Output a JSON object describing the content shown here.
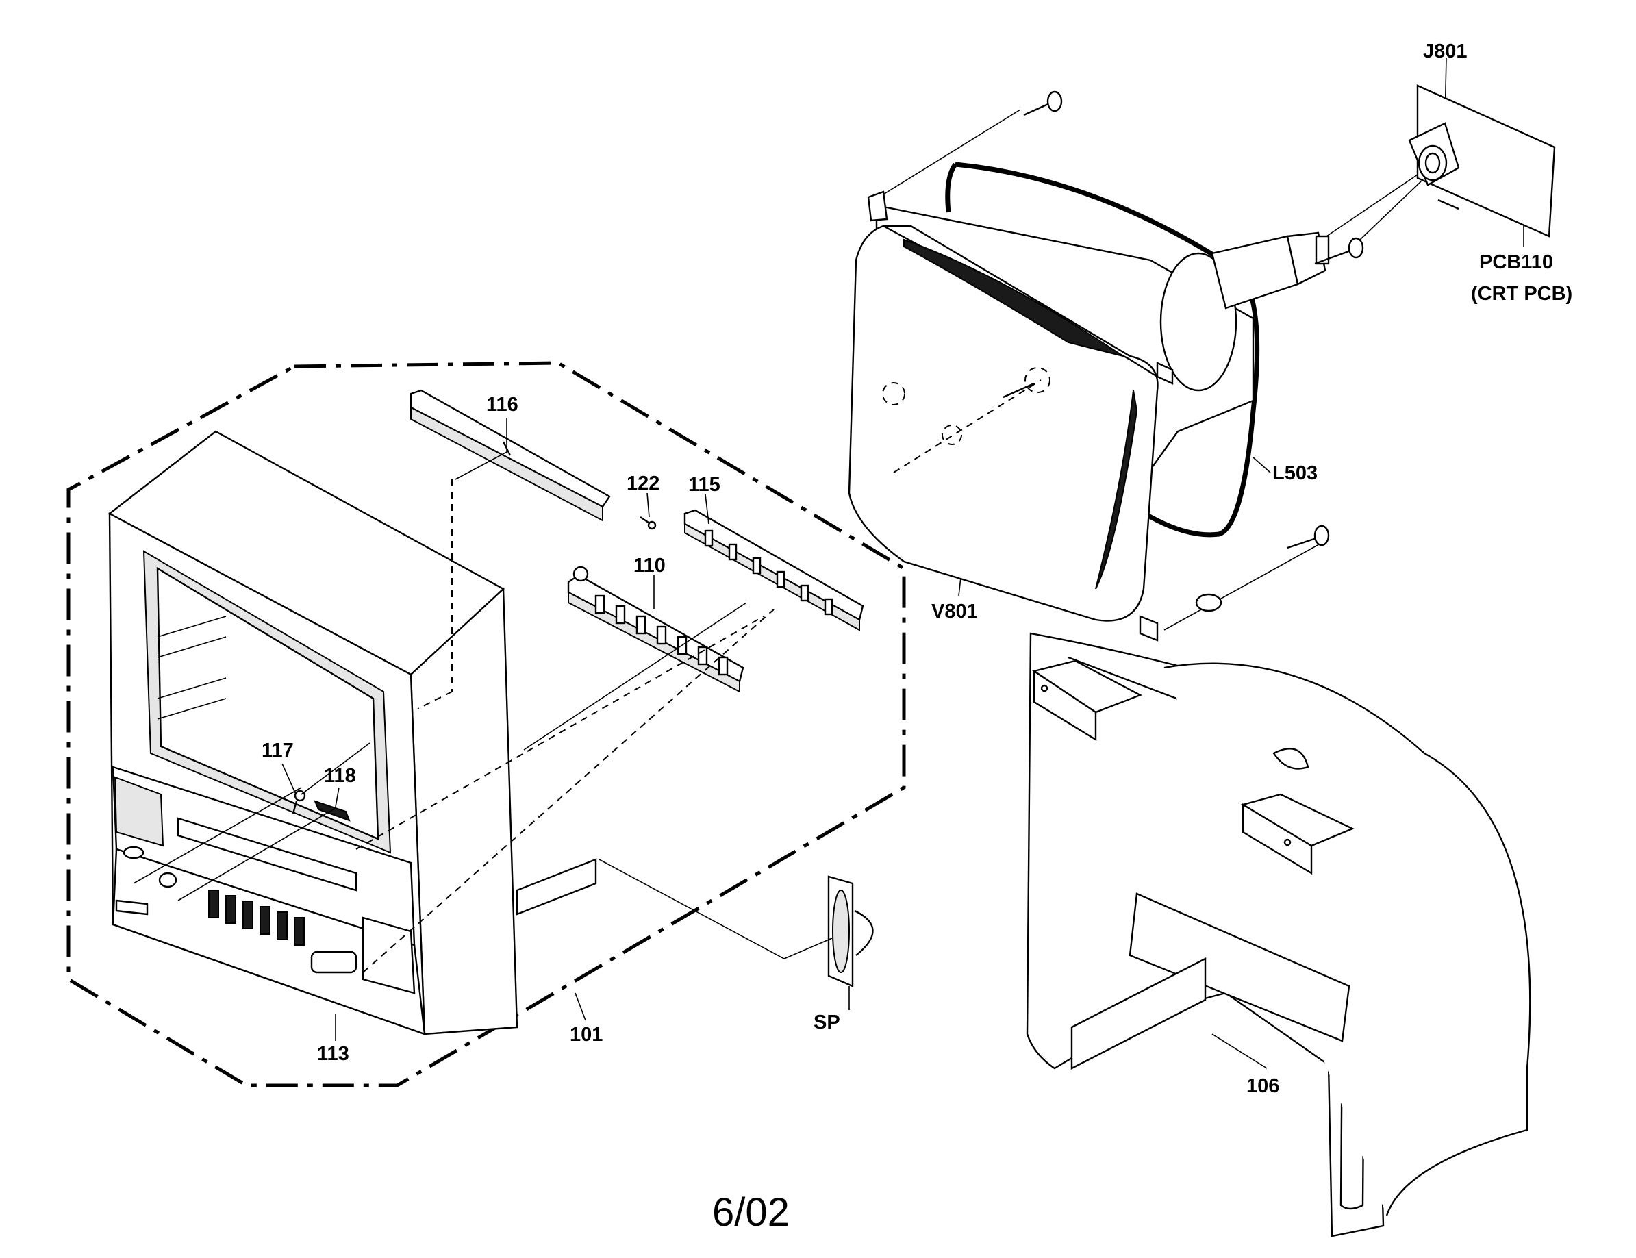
{
  "labels": {
    "j801": "J801",
    "pcb110_line1": "PCB110",
    "pcb110_line2": "(CRT PCB)",
    "l503": "L503",
    "v801": "V801",
    "p116": "116",
    "p122": "122",
    "p115": "115",
    "p110": "110",
    "p117": "117",
    "p118": "118",
    "p101": "101",
    "p113": "113",
    "sp": "SP",
    "p106": "106"
  },
  "date_code": "6/02"
}
